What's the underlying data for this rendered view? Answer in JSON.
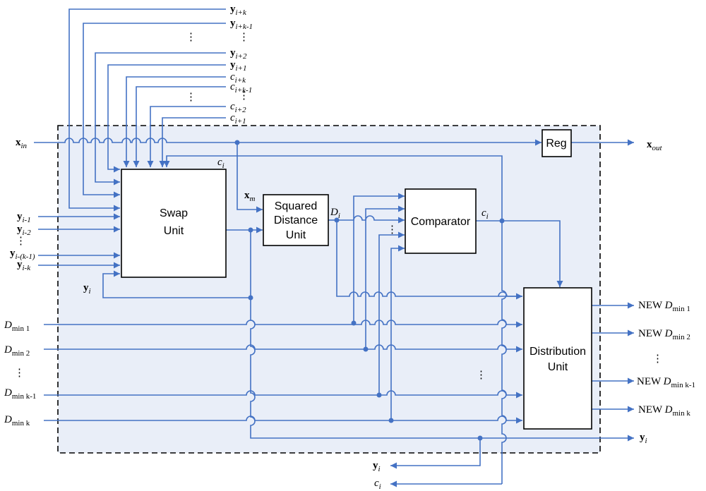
{
  "blocks": {
    "swap_line1": "Swap",
    "swap_line2": "Unit",
    "sqd_line1": "Squared",
    "sqd_line2": "Distance",
    "sqd_line3": "Unit",
    "comparator": "Comparator",
    "dist_line1": "Distribution",
    "dist_line2": "Unit",
    "reg": "Reg"
  },
  "top_inputs": {
    "y_ik": {
      "base": "y",
      "sub": "i+k"
    },
    "y_ik1": {
      "base": "y",
      "sub": "i+k-1"
    },
    "y_i2": {
      "base": "y",
      "sub": "i+2"
    },
    "y_i1": {
      "base": "y",
      "sub": "i+1"
    },
    "c_ik": {
      "base": "c",
      "sub": "i+k"
    },
    "c_ik1": {
      "base": "c",
      "sub": "i+k-1"
    },
    "c_i2": {
      "base": "c",
      "sub": "i+2"
    },
    "c_i1": {
      "base": "c",
      "sub": "i+1"
    }
  },
  "left_inputs": {
    "x_in": {
      "base": "x",
      "sub": "in"
    },
    "y_im1": {
      "base": "y",
      "sub": "i-1"
    },
    "y_im2": {
      "base": "y",
      "sub": "i-2"
    },
    "y_imk1": {
      "base": "y",
      "sub": "i-(k-1)"
    },
    "y_imk": {
      "base": "y",
      "sub": "i-k"
    },
    "y_i": {
      "base": "y",
      "sub": "i"
    },
    "dmin1": {
      "base": "D",
      "sub": "min 1"
    },
    "dmin2": {
      "base": "D",
      "sub": "min 2"
    },
    "dmink1": {
      "base": "D",
      "sub": "min k-1"
    },
    "dmink": {
      "base": "D",
      "sub": "min k"
    }
  },
  "internal": {
    "c_i": {
      "base": "c",
      "sub": "i"
    },
    "x_m": {
      "base": "x",
      "sub": "m"
    },
    "D_i": {
      "base": "D",
      "sub": "i"
    }
  },
  "outputs": {
    "x_out": {
      "base": "x",
      "sub": "out"
    },
    "new_prefix": "NEW",
    "new1": {
      "base": "D",
      "sub": "min 1"
    },
    "new2": {
      "base": "D",
      "sub": "min 2"
    },
    "newk1": {
      "base": "D",
      "sub": "min k-1"
    },
    "newk": {
      "base": "D",
      "sub": "min k"
    },
    "y_i": {
      "base": "y",
      "sub": "i"
    },
    "c_i": {
      "base": "c",
      "sub": "i"
    }
  },
  "ellipsis": "⋮",
  "colors": {
    "wire": "#4472c4",
    "panel": "#e9eef8",
    "border": "#000000"
  }
}
